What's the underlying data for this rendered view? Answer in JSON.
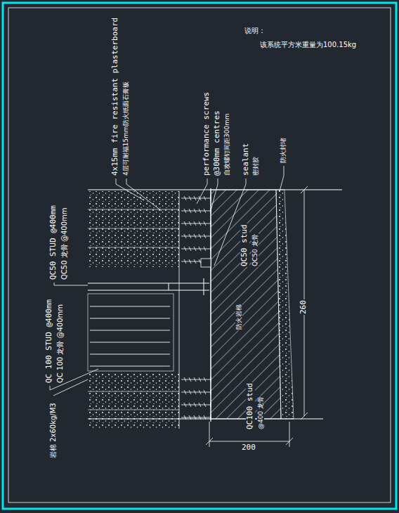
{
  "diagram": {
    "labels": [
      "说明：",
      "该系统平方米重量为100.15kg",
      "4x15mm fire resistant plasterboard",
      "4层可耐福15mm防火纸面石膏板",
      "performance screws",
      "@300mm centres",
      "自攻螺钉间距300mm",
      "sealant",
      "密封胶",
      "防火封堵",
      "QC50 STUD @400mm",
      "QC50 龙骨 @400mm",
      "QC 100 STUD @400mm",
      "QC 100 龙骨 @400mm",
      "岩棉 2x60kg/M3",
      "QC50 stud",
      "QC50 龙骨",
      "防火岩棉",
      "QC100 stud",
      "@400 龙骨",
      "260",
      "200"
    ]
  }
}
